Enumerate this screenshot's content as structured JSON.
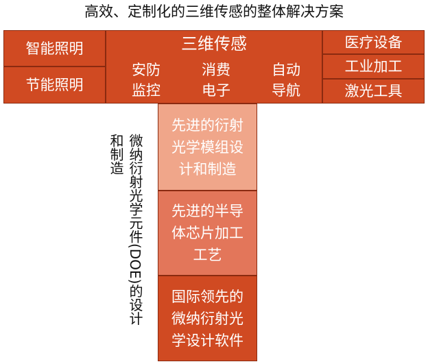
{
  "title": "高效、定制化的三维传感的整体解决方案",
  "left": {
    "top_label": "智能照明",
    "bottom_label": "节能照明"
  },
  "center": {
    "heading": "三维传感",
    "security": [
      "安防",
      "监控"
    ],
    "consumer": [
      "消费",
      "电子"
    ],
    "navigation": [
      "自动",
      "导航"
    ]
  },
  "right": {
    "items": [
      "医疗设备",
      "工业加工",
      "激光工具"
    ]
  },
  "stem": {
    "module_design": "先进的衍射光学模组设计和制造",
    "semiconductor": "先进的半导体芯片加工工艺",
    "software": "国际领先的微纳衍射光学设计软件"
  },
  "side_caption": "微纳衍射光学元件(DOE)的设计和制造",
  "colors": {
    "box": "#d04a22",
    "stem_light": "#f0a68a",
    "stem_mid": "#e3765a",
    "stem_dark": "#d04a22"
  }
}
